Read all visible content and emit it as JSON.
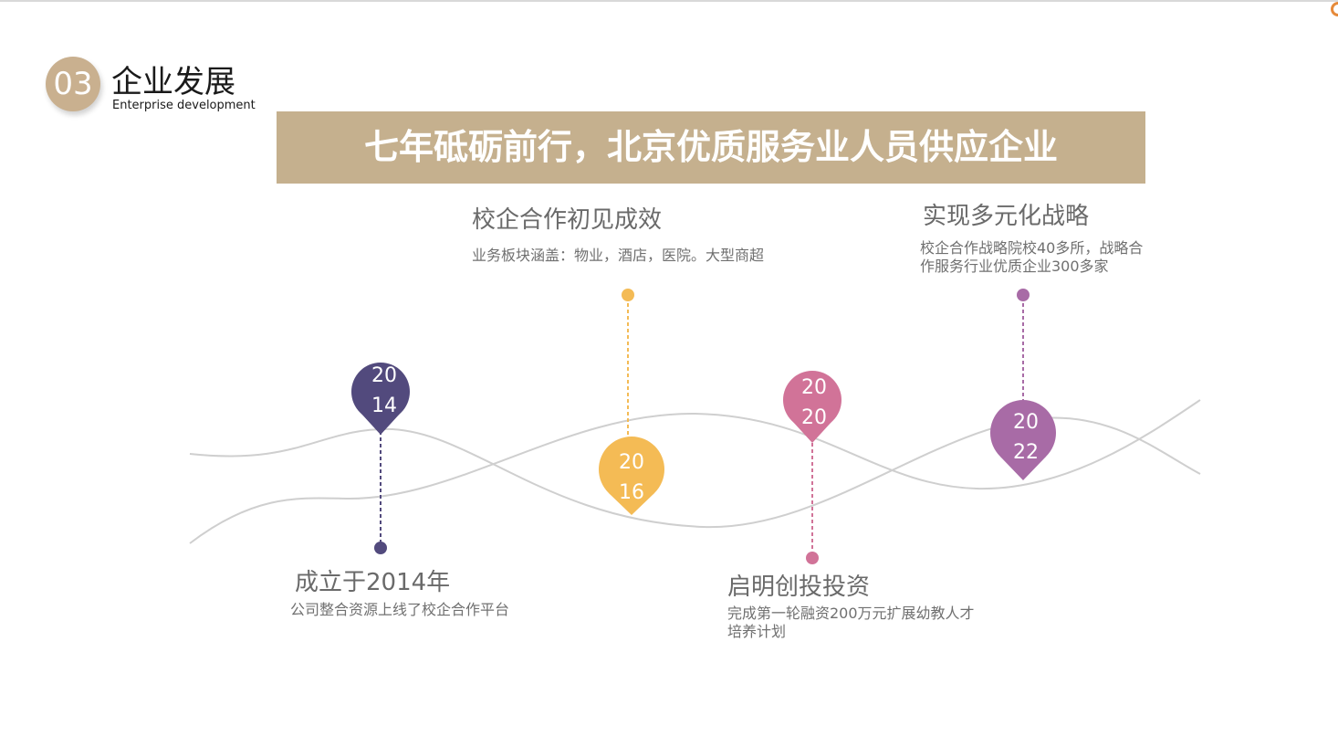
{
  "header": {
    "section_number": "03",
    "title": "企业发展",
    "subtitle": "Enterprise development"
  },
  "banner": {
    "text": "七年砥砺前行，北京优质服务业人员供应企业"
  },
  "events": [
    {
      "year_top": "20",
      "year_bottom": "14",
      "color": "#524a7d",
      "title": "成立于2014年",
      "desc": "公司整合资源上线了校企合作平台"
    },
    {
      "year_top": "20",
      "year_bottom": "16",
      "color": "#f4bb55",
      "title": "校企合作初见成效",
      "desc": "业务板块涵盖：物业，酒店，医院。大型商超"
    },
    {
      "year_top": "20",
      "year_bottom": "20",
      "color": "#d17398",
      "title": "启明创投投资",
      "desc": "完成第一轮融资200万元扩展幼教人才培养计划"
    },
    {
      "year_top": "20",
      "year_bottom": "22",
      "color": "#a86ba6",
      "title": "实现多元化战略",
      "desc": "校企合作战略院校40多所，战略合作服务行业优质企业300多家"
    }
  ]
}
